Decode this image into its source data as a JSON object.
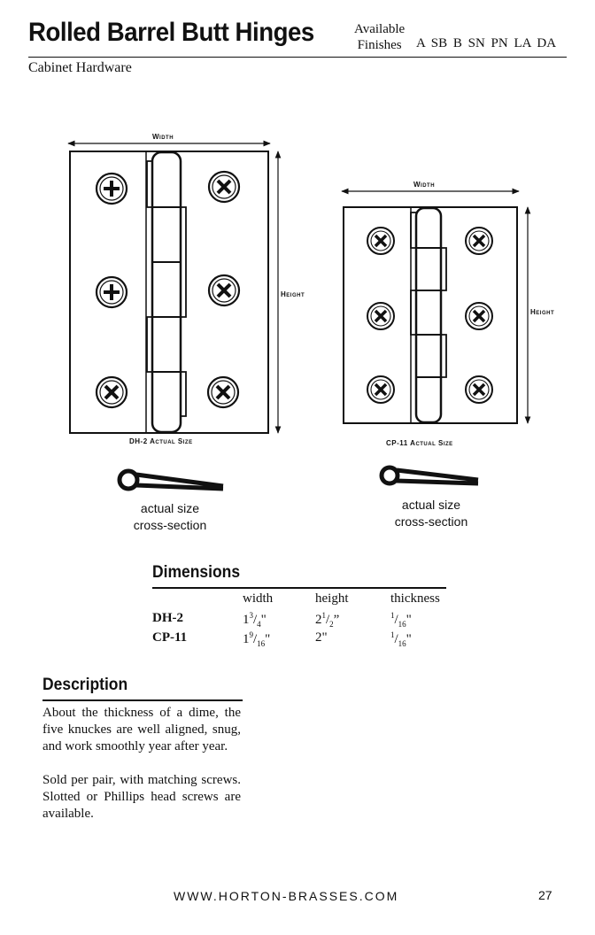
{
  "header": {
    "title": "Rolled Barrel Butt Hinges",
    "available_line1": "Available",
    "available_line2": "Finishes",
    "finishes": "A SB B SN PN LA DA",
    "category": "Cabinet Hardware"
  },
  "diagram": {
    "dh2": {
      "width_label": "Width",
      "height_label": "Height",
      "caption": "DH-2 Actual Size"
    },
    "cp11": {
      "width_label": "Width",
      "height_label": "Height",
      "caption": "CP-11 Actual Size"
    },
    "cross_section_line1": "actual size",
    "cross_section_line2": "cross-section"
  },
  "dimensions": {
    "heading": "Dimensions",
    "columns": [
      "width",
      "height",
      "thickness"
    ],
    "rows": [
      {
        "code": "DH-2",
        "width_whole": "1",
        "width_num": "3",
        "width_den": "4",
        "width_unit": "\"",
        "height_whole": "2",
        "height_num": "1",
        "height_den": "2",
        "height_unit": "”",
        "thick_num": "1",
        "thick_den": "16",
        "thick_unit": "\""
      },
      {
        "code": "CP-11",
        "width_whole": "1",
        "width_num": "9",
        "width_den": "16",
        "width_unit": "\"",
        "height_full": "2\"",
        "thick_num": "1",
        "thick_den": "16",
        "thick_unit": "\""
      }
    ]
  },
  "description": {
    "heading": "Description",
    "para1": "About the thickness of a dime, the five knuckes are well aligned, snug, and work smoothly year after year.",
    "para2": "Sold per pair, with matching screws. Slotted or Phillips head screws are available."
  },
  "footer": {
    "url": "WWW.HORTON-BRASSES.COM",
    "page": "27"
  }
}
